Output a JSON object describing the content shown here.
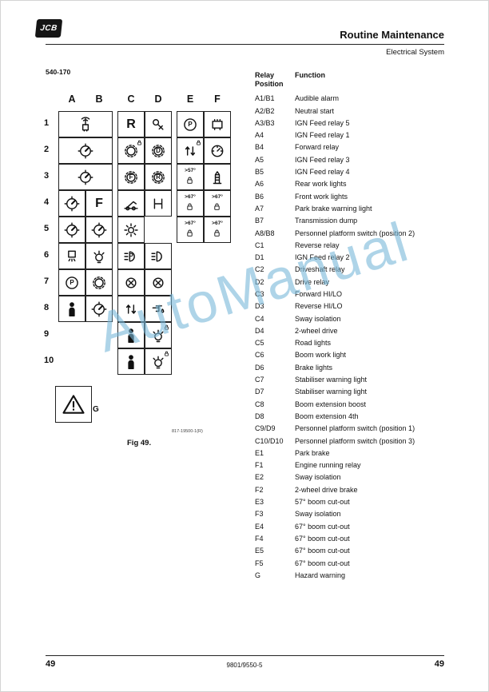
{
  "page": {
    "watermark": "AutoManual"
  },
  "header": {
    "logo_text": "JCB",
    "title": "Routine Maintenance",
    "subtitle": "Electrical System",
    "section_code": "540-170"
  },
  "figure": {
    "caption": "Fig 49.",
    "ref_code": "817-19500-1(R)",
    "g_label": "G",
    "col_headers": [
      "A",
      "B",
      "C",
      "D",
      "E",
      "F"
    ],
    "row_labels": [
      "1",
      "2",
      "3",
      "4",
      "5",
      "6",
      "7",
      "8",
      "9",
      "10"
    ],
    "cells": [
      {
        "r": 1,
        "col": "A",
        "span": 2,
        "icon": "antenna",
        "name": "audible-alarm-symbol"
      },
      {
        "r": 1,
        "col": "C",
        "text": "R",
        "big": true,
        "name": "reverse-relay-symbol"
      },
      {
        "r": 1,
        "col": "D",
        "icon": "key",
        "name": "ign-feed-relay2-symbol"
      },
      {
        "r": 1,
        "col": "E",
        "icon": "circle",
        "text": "P",
        "name": "park-brake-symbol"
      },
      {
        "r": 1,
        "col": "F",
        "icon": "relaybox",
        "name": "engine-running-relay-symbol"
      },
      {
        "r": 2,
        "col": "A",
        "span": 2,
        "icon": "dial",
        "name": "neutral-start-symbol"
      },
      {
        "r": 2,
        "col": "C",
        "icon": "gear",
        "sub": "lock",
        "name": "driveshaft-relay-symbol"
      },
      {
        "r": 2,
        "col": "D",
        "icon": "gear",
        "text": "D",
        "name": "drive-relay-symbol"
      },
      {
        "r": 2,
        "col": "E",
        "icon": "arrows",
        "sub": "lock",
        "name": "sway-isolation-symbol-e2"
      },
      {
        "r": 2,
        "col": "F",
        "icon": "gauge",
        "name": "two-wheel-drive-brake-symbol"
      },
      {
        "r": 3,
        "col": "A",
        "span": 2,
        "icon": "dial",
        "name": "ign-feed-relay5-symbol"
      },
      {
        "r": 3,
        "col": "C",
        "icon": "gear",
        "text": "F",
        "name": "forward-hilo-symbol"
      },
      {
        "r": 3,
        "col": "D",
        "icon": "gear",
        "text": "R",
        "name": "reverse-hilo-symbol"
      },
      {
        "r": 3,
        "col": "E",
        "icon": "lock",
        "text": ">57°",
        "name": "boom-57-cutout-symbol"
      },
      {
        "r": 3,
        "col": "F",
        "icon": "tower",
        "name": "sway-isolation-symbol-f3"
      },
      {
        "r": 4,
        "col": "A",
        "icon": "dial",
        "name": "ign-feed-relay1-symbol"
      },
      {
        "r": 4,
        "col": "B",
        "text": "F",
        "big": true,
        "name": "forward-relay-symbol"
      },
      {
        "r": 4,
        "col": "C",
        "icon": "boom",
        "name": "sway-isolation-symbol-c4"
      },
      {
        "r": 4,
        "col": "D",
        "icon": "axle",
        "name": "two-wheel-drive-symbol"
      },
      {
        "r": 4,
        "col": "E",
        "icon": "lock",
        "text": ">67°",
        "name": "boom-67-cutout-symbol-e4"
      },
      {
        "r": 4,
        "col": "F",
        "icon": "lock",
        "text": ">67°",
        "name": "boom-67-cutout-symbol-f4"
      },
      {
        "r": 5,
        "col": "A",
        "icon": "dial",
        "name": "ign-feed-relay3-symbol"
      },
      {
        "r": 5,
        "col": "B",
        "icon": "dial",
        "name": "ign-feed-relay4-symbol"
      },
      {
        "r": 5,
        "col": "C",
        "icon": "sun",
        "name": "road-lights-symbol"
      },
      {
        "r": 5,
        "col": "E",
        "icon": "lock",
        "text": ">67°",
        "name": "boom-67-cutout-symbol-e5"
      },
      {
        "r": 5,
        "col": "F",
        "icon": "lock",
        "text": ">67°",
        "name": "boom-67-cutout-symbol-f5"
      },
      {
        "r": 6,
        "col": "A",
        "icon": "worklight",
        "name": "rear-work-lights-symbol"
      },
      {
        "r": 6,
        "col": "B",
        "icon": "lamp",
        "name": "front-work-lights-symbol"
      },
      {
        "r": 6,
        "col": "C",
        "icon": "beam",
        "text": "P",
        "name": "boom-work-light-symbol"
      },
      {
        "r": 6,
        "col": "D",
        "icon": "beam",
        "name": "brake-lights-symbol"
      },
      {
        "r": 7,
        "col": "A",
        "icon": "circle",
        "text": "P",
        "name": "park-brake-warning-symbol"
      },
      {
        "r": 7,
        "col": "B",
        "icon": "gear",
        "name": "transmission-dump-symbol"
      },
      {
        "r": 7,
        "col": "C",
        "icon": "lampcross",
        "name": "stabiliser-warning-symbol-c7"
      },
      {
        "r": 7,
        "col": "D",
        "icon": "lampcross",
        "name": "stabiliser-warning-symbol-d7"
      },
      {
        "r": 8,
        "col": "A",
        "icon": "person",
        "name": "personnel-platform-symbol"
      },
      {
        "r": 8,
        "col": "B",
        "icon": "dial",
        "name": "switch-symbol-b8"
      },
      {
        "r": 8,
        "col": "C",
        "icon": "arrows",
        "name": "boom-extension-boost-symbol"
      },
      {
        "r": 8,
        "col": "D",
        "icon": "faucet",
        "name": "boom-extension-4th-symbol"
      },
      {
        "r": 9,
        "col": "C",
        "icon": "person",
        "name": "personnel-platform-pos1-symbol"
      },
      {
        "r": 9,
        "col": "D",
        "icon": "lamp",
        "sub": "lock",
        "name": "personnel-platform-pos1-lamp-symbol"
      },
      {
        "r": 10,
        "col": "C",
        "icon": "person",
        "name": "personnel-platform-pos3-symbol"
      },
      {
        "r": 10,
        "col": "D",
        "icon": "lamp",
        "sub": "lock",
        "name": "personnel-platform-pos3-lamp-symbol"
      }
    ]
  },
  "relay_table": {
    "headers": {
      "position": "Relay Position",
      "function": "Function"
    },
    "rows": [
      {
        "position": "A1/B1",
        "function": "Audible alarm"
      },
      {
        "position": "A2/B2",
        "function": "Neutral start"
      },
      {
        "position": "A3/B3",
        "function": "IGN Feed relay 5"
      },
      {
        "position": "A4",
        "function": "IGN Feed relay 1"
      },
      {
        "position": "B4",
        "function": "Forward relay"
      },
      {
        "position": "A5",
        "function": "IGN Feed relay 3"
      },
      {
        "position": "B5",
        "function": "IGN Feed relay 4"
      },
      {
        "position": "A6",
        "function": "Rear work lights"
      },
      {
        "position": "B6",
        "function": "Front work lights"
      },
      {
        "position": "A7",
        "function": "Park brake warning light"
      },
      {
        "position": "B7",
        "function": "Transmission dump"
      },
      {
        "position": "A8/B8",
        "function": "Personnel platform switch (position 2)"
      },
      {
        "position": "C1",
        "function": "Reverse relay"
      },
      {
        "position": "D1",
        "function": "IGN Feed relay 2"
      },
      {
        "position": "C2",
        "function": "Driveshaft relay"
      },
      {
        "position": "D2",
        "function": "Drive relay"
      },
      {
        "position": "C3",
        "function": "Forward HI/LO"
      },
      {
        "position": "D3",
        "function": "Reverse HI/LO"
      },
      {
        "position": "C4",
        "function": "Sway isolation"
      },
      {
        "position": "D4",
        "function": "2-wheel drive"
      },
      {
        "position": "C5",
        "function": "Road lights"
      },
      {
        "position": "C6",
        "function": "Boom work light"
      },
      {
        "position": "D6",
        "function": "Brake lights"
      },
      {
        "position": "C7",
        "function": "Stabiliser warning light"
      },
      {
        "position": "D7",
        "function": "Stabiliser warning light"
      },
      {
        "position": "C8",
        "function": "Boom extension boost"
      },
      {
        "position": "D8",
        "function": "Boom extension 4th"
      },
      {
        "position": "C9/D9",
        "function": "Personnel platform switch (position 1)"
      },
      {
        "position": "C10/D10",
        "function": "Personnel platform switch (position 3)"
      },
      {
        "position": "E1",
        "function": "Park brake"
      },
      {
        "position": "F1",
        "function": "Engine running relay"
      },
      {
        "position": "E2",
        "function": "Sway isolation"
      },
      {
        "position": "F2",
        "function": "2-wheel drive brake"
      },
      {
        "position": "E3",
        "function": "57° boom cut-out"
      },
      {
        "position": "F3",
        "function": "Sway isolation"
      },
      {
        "position": "E4",
        "function": "67° boom cut-out"
      },
      {
        "position": "F4",
        "function": "67° boom cut-out"
      },
      {
        "position": "E5",
        "function": "67° boom cut-out"
      },
      {
        "position": "F5",
        "function": "67° boom cut-out"
      },
      {
        "position": "G",
        "function": "Hazard warning"
      }
    ]
  },
  "footer": {
    "page_left": "49",
    "doc_ref": "9801/9550-5",
    "page_right": "49"
  }
}
